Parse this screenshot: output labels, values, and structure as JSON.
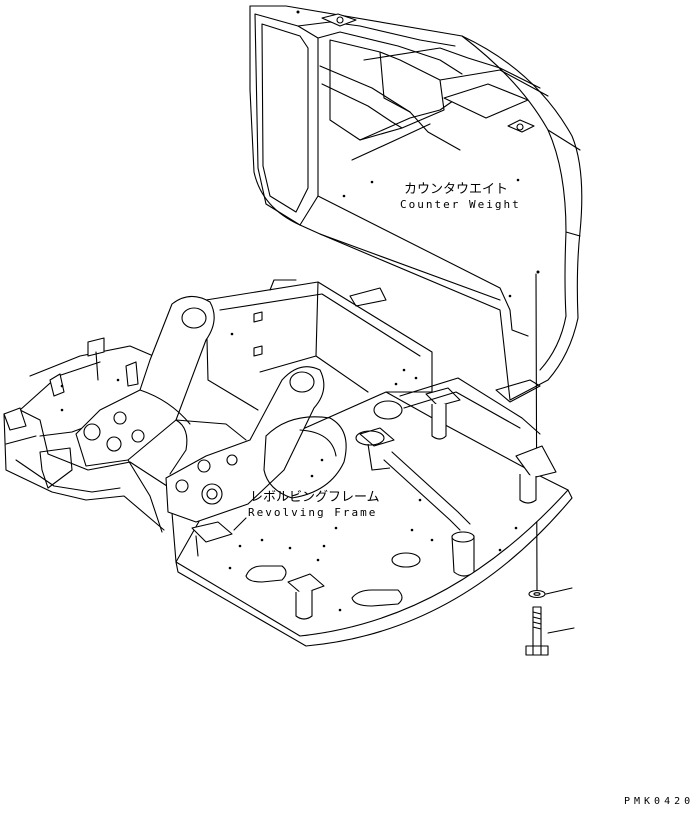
{
  "labels": {
    "counterweight_jp": "カウンタウエイト",
    "counterweight_en": "Counter Weight",
    "frame_jp": "レボルビングフレーム",
    "frame_en": "Revolving Frame",
    "drawing_code": "PMK0420"
  },
  "colors": {
    "line": "#000000",
    "background": "#ffffff"
  }
}
